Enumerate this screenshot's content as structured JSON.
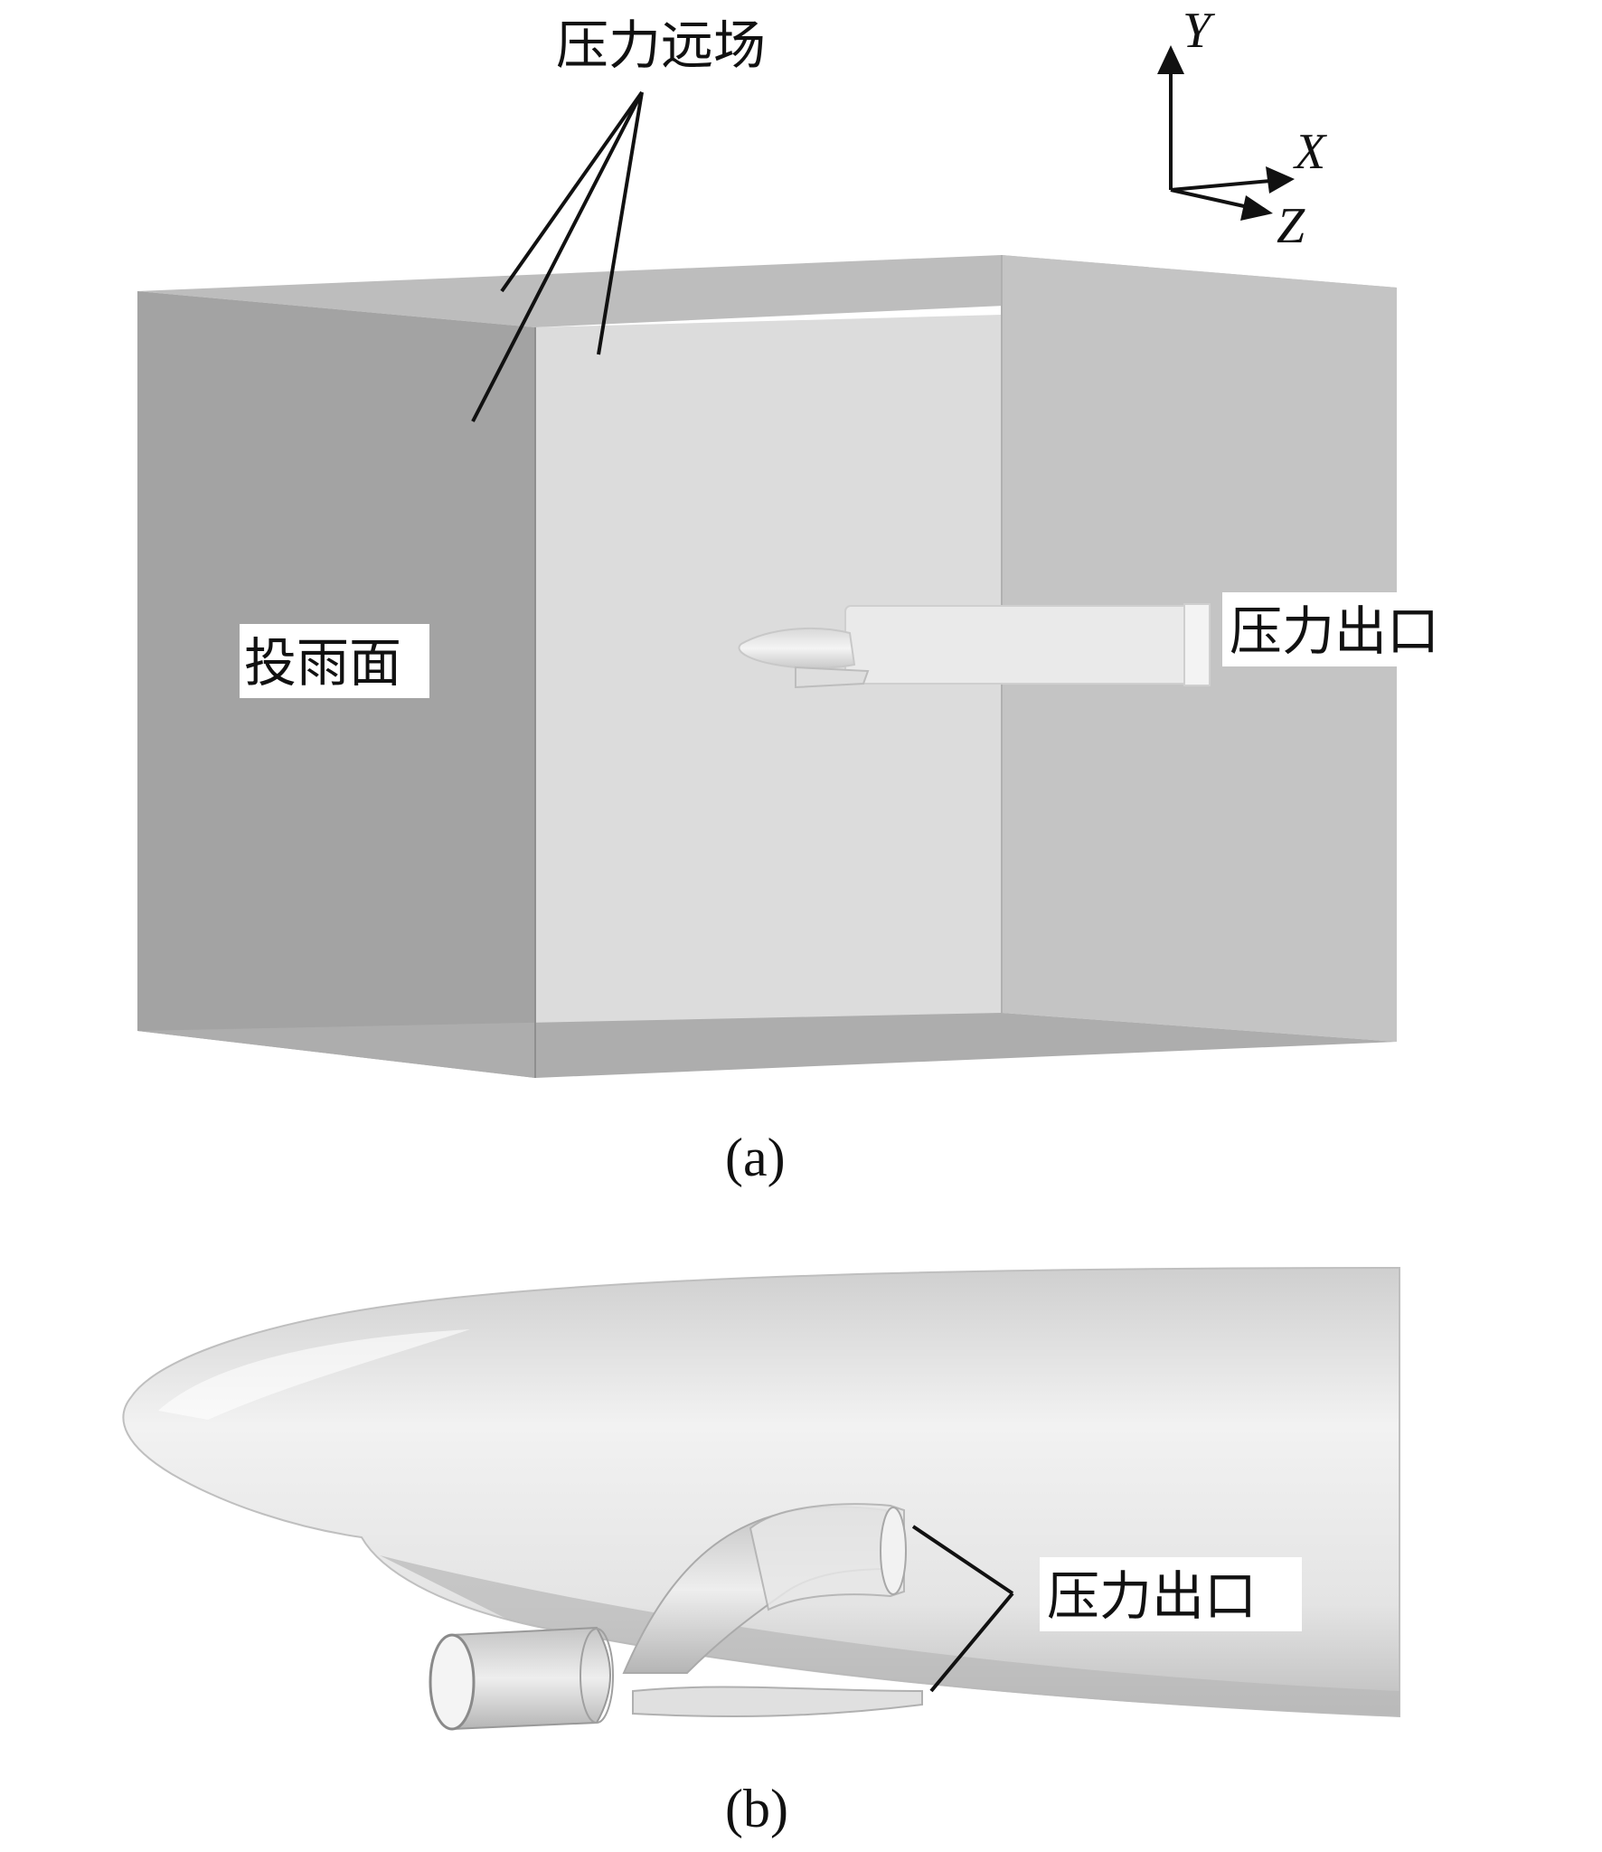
{
  "panel_a": {
    "label_far_field": "压力远场",
    "label_rain_face": "投雨面",
    "label_outlet": "压力出口",
    "caption": "(a)",
    "axes": {
      "y": "Y",
      "x": "X",
      "z": "Z"
    }
  },
  "panel_b": {
    "label_outlet": "压力出口",
    "caption": "(b)"
  },
  "colors": {
    "box_dark": "#9a9a9a",
    "box_light": "#c8c8c8",
    "box_face": "#dedede",
    "body": "#e6e6e6",
    "line": "#111111"
  }
}
